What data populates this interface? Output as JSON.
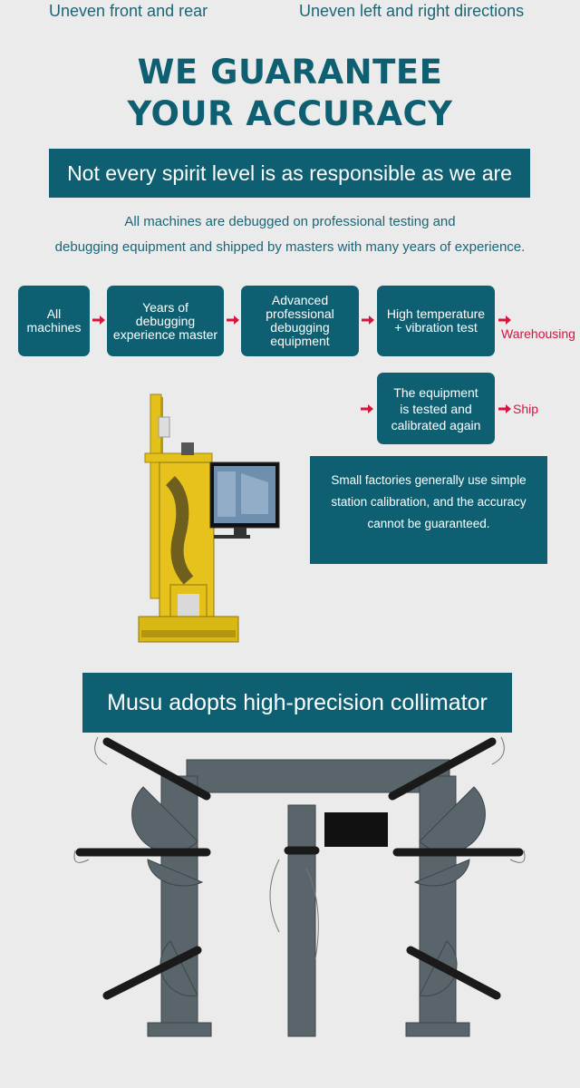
{
  "top_captions": {
    "left": "Uneven front and rear",
    "right": "Uneven left and right directions"
  },
  "headline": {
    "line1": "WE GUARANTEE",
    "line2": "YOUR ACCURACY"
  },
  "banner1": "Not every spirit level is as responsible as we are",
  "description": {
    "line1": "All machines are debugged on professional testing and",
    "line2": "debugging equipment and shipped by masters with many years of experience."
  },
  "flow": {
    "step1": "All machines",
    "step2": "Years of debugging experience master",
    "step3": "Advanced professional debugging equipment",
    "step4": "High temperature + vibration test",
    "warehousing": "Warehousing",
    "step5": "The equipment is tested and calibrated again",
    "ship": "Ship"
  },
  "note": "Small factories generally use simple station calibration, and the accuracy cannot be guaranteed.",
  "banner2": "Musu adopts high-precision collimator",
  "colors": {
    "teal": "#0e5f71",
    "red": "#d6143d",
    "yellow": "#e6c419",
    "steel": "#59656b"
  }
}
